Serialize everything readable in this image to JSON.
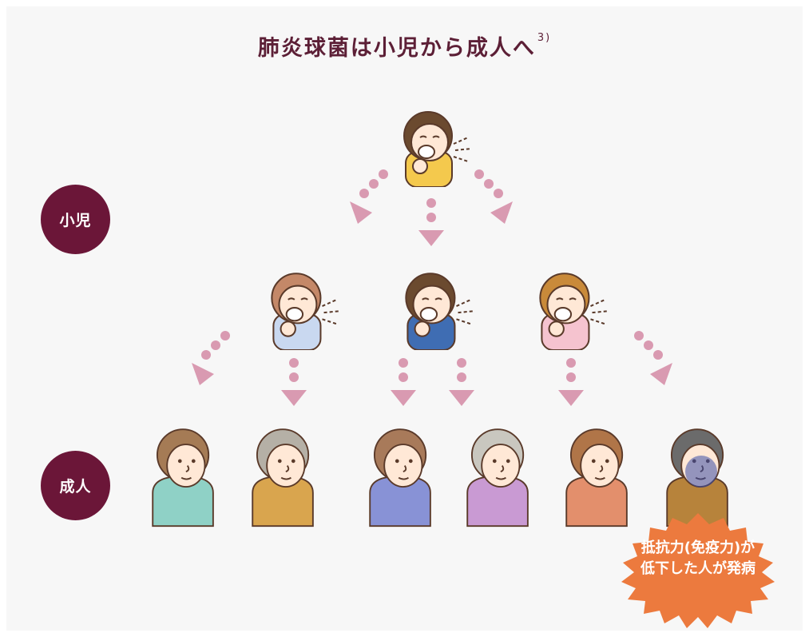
{
  "title": {
    "text": "肺炎球菌は小児から成人へ",
    "ref": "3)"
  },
  "levels": {
    "child": "小児",
    "adult": "成人"
  },
  "callout": {
    "line1": "抵抗力(免疫力)が",
    "line2": "低下した人が発病"
  },
  "colors": {
    "title": "#5c1f36",
    "badge": "#6b1638",
    "arrow": "#d99ab1",
    "burst": "#ec7a3e"
  }
}
